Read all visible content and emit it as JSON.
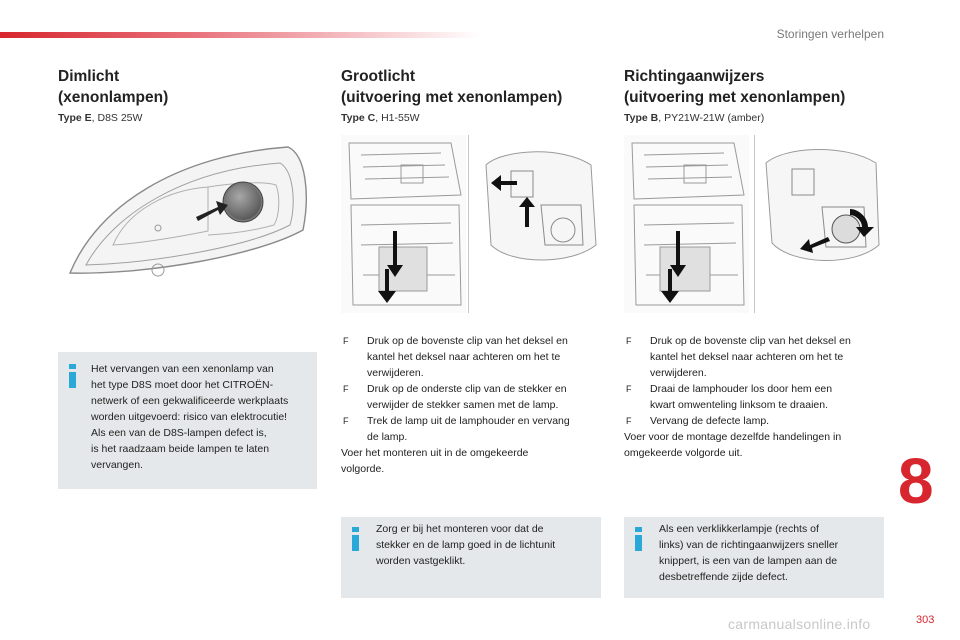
{
  "header": {
    "section": "Storingen verhelpen"
  },
  "chapter": "8",
  "page_number": "303",
  "watermark": "carmanualsonline.info",
  "columns": [
    {
      "title_line1": "Dimlicht",
      "title_line2": "(xenonlampen)",
      "type_label": "Type E",
      "type_value": ", D8S 25W",
      "info_lines": [
        "Het vervangen van een xenonlamp van",
        "het type D8S moet door het CITROËN-",
        "netwerk of een gekwalificeerde werkplaats",
        "worden uitgevoerd: risico van elektrocutie!",
        "Als een van de D8S-lampen defect is,",
        "is het raadzaam beide lampen te laten",
        "vervangen."
      ]
    },
    {
      "title_line1": "Grootlicht",
      "title_line2": "(uitvoering met xenonlampen)",
      "type_label": "Type C",
      "type_value": ", H1-55W",
      "bullets": [
        [
          "Druk op de bovenste clip van het deksel en",
          "kantel het deksel naar achteren om het te",
          "verwijderen."
        ],
        [
          "Druk op de onderste clip van de stekker en",
          "verwijder de stekker samen met de lamp."
        ],
        [
          "Trek de lamp uit de lamphouder en vervang",
          "de lamp."
        ]
      ],
      "paragraph": [
        "Voer het monteren uit in de omgekeerde",
        "volgorde."
      ],
      "info_lines": [
        "Zorg er bij het monteren voor dat de",
        "stekker en de lamp goed in de lichtunit",
        "worden vastgeklikt."
      ]
    },
    {
      "title_line1": "Richtingaanwijzers",
      "title_line2": "(uitvoering met xenonlampen)",
      "type_label": "Type B",
      "type_value": ", PY21W-21W (amber)",
      "bullets": [
        [
          "Druk op de bovenste clip van het deksel en",
          "kantel het deksel naar achteren om het te",
          "verwijderen."
        ],
        [
          "Draai de lamphouder los door hem een",
          "kwart omwenteling linksom te draaien."
        ],
        [
          "Vervang de defecte lamp."
        ]
      ],
      "paragraph": [
        "Voer voor de montage dezelfde handelingen in",
        "omgekeerde volgorde uit."
      ],
      "info_lines": [
        "Als een verklikkerlampje (rechts of",
        "links) van de richtingaanwijzers sneller",
        "knippert, is een van de lampen aan de",
        "desbetreffende zijde defect."
      ]
    }
  ],
  "bullet_marker": "F",
  "colors": {
    "accent": "#d7262e",
    "info_icon": "#2aa8d8",
    "info_bg": "#e5e8ea"
  }
}
